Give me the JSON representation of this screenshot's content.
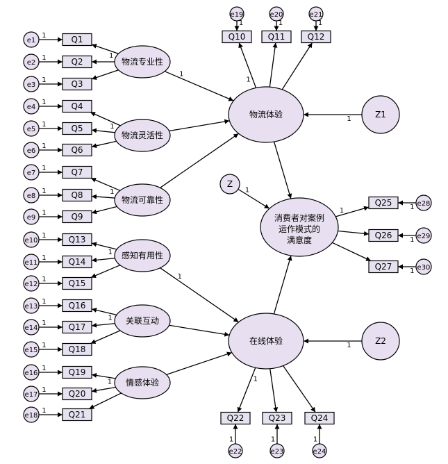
{
  "diagram": {
    "nodes": [
      {
        "id": "e1",
        "label": "e1",
        "kind": "error"
      },
      {
        "id": "e2",
        "label": "e2",
        "kind": "error"
      },
      {
        "id": "e3",
        "label": "e3",
        "kind": "error"
      },
      {
        "id": "e4",
        "label": "e4",
        "kind": "error"
      },
      {
        "id": "e5",
        "label": "e5",
        "kind": "error"
      },
      {
        "id": "e6",
        "label": "e6",
        "kind": "error"
      },
      {
        "id": "e7",
        "label": "e7",
        "kind": "error"
      },
      {
        "id": "e8",
        "label": "e8",
        "kind": "error"
      },
      {
        "id": "e9",
        "label": "e9",
        "kind": "error"
      },
      {
        "id": "e10",
        "label": "e10",
        "kind": "error"
      },
      {
        "id": "e11",
        "label": "e11",
        "kind": "error"
      },
      {
        "id": "e12",
        "label": "e12",
        "kind": "error"
      },
      {
        "id": "e13",
        "label": "e13",
        "kind": "error"
      },
      {
        "id": "e14",
        "label": "e14",
        "kind": "error"
      },
      {
        "id": "e15",
        "label": "e15",
        "kind": "error"
      },
      {
        "id": "e16",
        "label": "e16",
        "kind": "error"
      },
      {
        "id": "e17",
        "label": "e17",
        "kind": "error"
      },
      {
        "id": "e18",
        "label": "e18",
        "kind": "error"
      },
      {
        "id": "e19",
        "label": "e19",
        "kind": "error"
      },
      {
        "id": "e20",
        "label": "e20",
        "kind": "error"
      },
      {
        "id": "e21",
        "label": "e21",
        "kind": "error"
      },
      {
        "id": "e22",
        "label": "e22",
        "kind": "error"
      },
      {
        "id": "e23",
        "label": "e23",
        "kind": "error"
      },
      {
        "id": "e24",
        "label": "e24",
        "kind": "error"
      },
      {
        "id": "e28",
        "label": "e28",
        "kind": "error"
      },
      {
        "id": "e29",
        "label": "e29",
        "kind": "error"
      },
      {
        "id": "e30",
        "label": "e30",
        "kind": "error"
      },
      {
        "id": "Q1",
        "label": "Q1",
        "kind": "observed"
      },
      {
        "id": "Q2",
        "label": "Q2",
        "kind": "observed"
      },
      {
        "id": "Q3",
        "label": "Q3",
        "kind": "observed"
      },
      {
        "id": "Q4",
        "label": "Q4",
        "kind": "observed"
      },
      {
        "id": "Q5",
        "label": "Q5",
        "kind": "observed"
      },
      {
        "id": "Q6",
        "label": "Q6",
        "kind": "observed"
      },
      {
        "id": "Q7",
        "label": "Q7",
        "kind": "observed"
      },
      {
        "id": "Q8",
        "label": "Q8",
        "kind": "observed"
      },
      {
        "id": "Q9",
        "label": "Q9",
        "kind": "observed"
      },
      {
        "id": "Q13",
        "label": "Q13",
        "kind": "observed"
      },
      {
        "id": "Q14",
        "label": "Q14",
        "kind": "observed"
      },
      {
        "id": "Q15",
        "label": "Q15",
        "kind": "observed"
      },
      {
        "id": "Q16",
        "label": "Q16",
        "kind": "observed"
      },
      {
        "id": "Q17",
        "label": "Q17",
        "kind": "observed"
      },
      {
        "id": "Q18",
        "label": "Q18",
        "kind": "observed"
      },
      {
        "id": "Q19",
        "label": "Q19",
        "kind": "observed"
      },
      {
        "id": "Q20",
        "label": "Q20",
        "kind": "observed"
      },
      {
        "id": "Q21",
        "label": "Q21",
        "kind": "observed"
      },
      {
        "id": "Q10",
        "label": "Q10",
        "kind": "observed"
      },
      {
        "id": "Q11",
        "label": "Q11",
        "kind": "observed"
      },
      {
        "id": "Q12",
        "label": "Q12",
        "kind": "observed"
      },
      {
        "id": "Q22",
        "label": "Q22",
        "kind": "observed"
      },
      {
        "id": "Q23",
        "label": "Q23",
        "kind": "observed"
      },
      {
        "id": "Q24",
        "label": "Q24",
        "kind": "observed"
      },
      {
        "id": "Q25",
        "label": "Q25",
        "kind": "observed"
      },
      {
        "id": "Q26",
        "label": "Q26",
        "kind": "observed"
      },
      {
        "id": "Q27",
        "label": "Q27",
        "kind": "observed"
      },
      {
        "id": "L1",
        "label": "物流专业性",
        "kind": "latent"
      },
      {
        "id": "L2",
        "label": "物流灵活性",
        "kind": "latent"
      },
      {
        "id": "L3",
        "label": "物流可靠性",
        "kind": "latent"
      },
      {
        "id": "L4",
        "label": "感知有用性",
        "kind": "latent"
      },
      {
        "id": "L5",
        "label": "关联互动",
        "kind": "latent"
      },
      {
        "id": "L6",
        "label": "情感体验",
        "kind": "latent"
      },
      {
        "id": "LE",
        "label": "物流体验",
        "kind": "latent"
      },
      {
        "id": "OE",
        "label": "在线体验",
        "kind": "latent"
      },
      {
        "id": "SAT",
        "label": "消费者对案例运作模式的满意度",
        "lines": [
          "消费者对案例",
          "运作模式的",
          "满意度"
        ],
        "kind": "latent"
      },
      {
        "id": "Z",
        "label": "Z",
        "kind": "disturbance"
      },
      {
        "id": "Z1",
        "label": "Z1",
        "kind": "disturbance"
      },
      {
        "id": "Z2",
        "label": "Z2",
        "kind": "disturbance"
      }
    ],
    "edges": [
      {
        "from": "e1",
        "to": "Q1",
        "label": "1"
      },
      {
        "from": "e2",
        "to": "Q2",
        "label": "1"
      },
      {
        "from": "e3",
        "to": "Q3",
        "label": "1"
      },
      {
        "from": "e4",
        "to": "Q4",
        "label": "1"
      },
      {
        "from": "e5",
        "to": "Q5",
        "label": "1"
      },
      {
        "from": "e6",
        "to": "Q6",
        "label": "1"
      },
      {
        "from": "e7",
        "to": "Q7",
        "label": "1"
      },
      {
        "from": "e8",
        "to": "Q8",
        "label": "1"
      },
      {
        "from": "e9",
        "to": "Q9",
        "label": "1"
      },
      {
        "from": "e10",
        "to": "Q13",
        "label": "1"
      },
      {
        "from": "e11",
        "to": "Q14",
        "label": "1"
      },
      {
        "from": "e12",
        "to": "Q15",
        "label": "1"
      },
      {
        "from": "e13",
        "to": "Q16",
        "label": "1"
      },
      {
        "from": "e14",
        "to": "Q17",
        "label": "1"
      },
      {
        "from": "e15",
        "to": "Q18",
        "label": "1"
      },
      {
        "from": "e16",
        "to": "Q19",
        "label": "1"
      },
      {
        "from": "e17",
        "to": "Q20",
        "label": "1"
      },
      {
        "from": "e18",
        "to": "Q21",
        "label": "1"
      },
      {
        "from": "L1",
        "to": "Q1",
        "label": "1"
      },
      {
        "from": "L1",
        "to": "Q2",
        "label": ""
      },
      {
        "from": "L1",
        "to": "Q3",
        "label": ""
      },
      {
        "from": "L2",
        "to": "Q4",
        "label": "1"
      },
      {
        "from": "L2",
        "to": "Q5",
        "label": ""
      },
      {
        "from": "L2",
        "to": "Q6",
        "label": ""
      },
      {
        "from": "L3",
        "to": "Q7",
        "label": "1"
      },
      {
        "from": "L3",
        "to": "Q8",
        "label": ""
      },
      {
        "from": "L3",
        "to": "Q9",
        "label": ""
      },
      {
        "from": "L4",
        "to": "Q13",
        "label": "1"
      },
      {
        "from": "L4",
        "to": "Q14",
        "label": ""
      },
      {
        "from": "L4",
        "to": "Q15",
        "label": ""
      },
      {
        "from": "L5",
        "to": "Q16",
        "label": "1"
      },
      {
        "from": "L5",
        "to": "Q17",
        "label": ""
      },
      {
        "from": "L5",
        "to": "Q18",
        "label": ""
      },
      {
        "from": "L6",
        "to": "Q19",
        "label": "1"
      },
      {
        "from": "L6",
        "to": "Q20",
        "label": ""
      },
      {
        "from": "L6",
        "to": "Q21",
        "label": ""
      },
      {
        "from": "L1",
        "to": "LE",
        "label": "1"
      },
      {
        "from": "L2",
        "to": "LE",
        "label": ""
      },
      {
        "from": "L3",
        "to": "LE",
        "label": ""
      },
      {
        "from": "L4",
        "to": "OE",
        "label": "1"
      },
      {
        "from": "L5",
        "to": "OE",
        "label": ""
      },
      {
        "from": "L6",
        "to": "OE",
        "label": ""
      },
      {
        "from": "LE",
        "to": "Q10",
        "label": "1"
      },
      {
        "from": "LE",
        "to": "Q11",
        "label": ""
      },
      {
        "from": "LE",
        "to": "Q12",
        "label": ""
      },
      {
        "from": "e19",
        "to": "Q10",
        "label": "1"
      },
      {
        "from": "e20",
        "to": "Q11",
        "label": "1"
      },
      {
        "from": "e21",
        "to": "Q12",
        "label": "1"
      },
      {
        "from": "OE",
        "to": "Q22",
        "label": "1"
      },
      {
        "from": "OE",
        "to": "Q23",
        "label": ""
      },
      {
        "from": "OE",
        "to": "Q24",
        "label": ""
      },
      {
        "from": "e22",
        "to": "Q22",
        "label": "1"
      },
      {
        "from": "e23",
        "to": "Q23",
        "label": "1"
      },
      {
        "from": "e24",
        "to": "Q24",
        "label": "1"
      },
      {
        "from": "Z1",
        "to": "LE",
        "label": "1"
      },
      {
        "from": "Z2",
        "to": "OE",
        "label": "1"
      },
      {
        "from": "LE",
        "to": "SAT",
        "label": ""
      },
      {
        "from": "OE",
        "to": "SAT",
        "label": ""
      },
      {
        "from": "Z",
        "to": "SAT",
        "label": "1"
      },
      {
        "from": "SAT",
        "to": "Q25",
        "label": "1"
      },
      {
        "from": "SAT",
        "to": "Q26",
        "label": ""
      },
      {
        "from": "SAT",
        "to": "Q27",
        "label": ""
      },
      {
        "from": "e28",
        "to": "Q25",
        "label": "1"
      },
      {
        "from": "e29",
        "to": "Q26",
        "label": "1"
      },
      {
        "from": "e30",
        "to": "Q27",
        "label": "1"
      }
    ]
  }
}
